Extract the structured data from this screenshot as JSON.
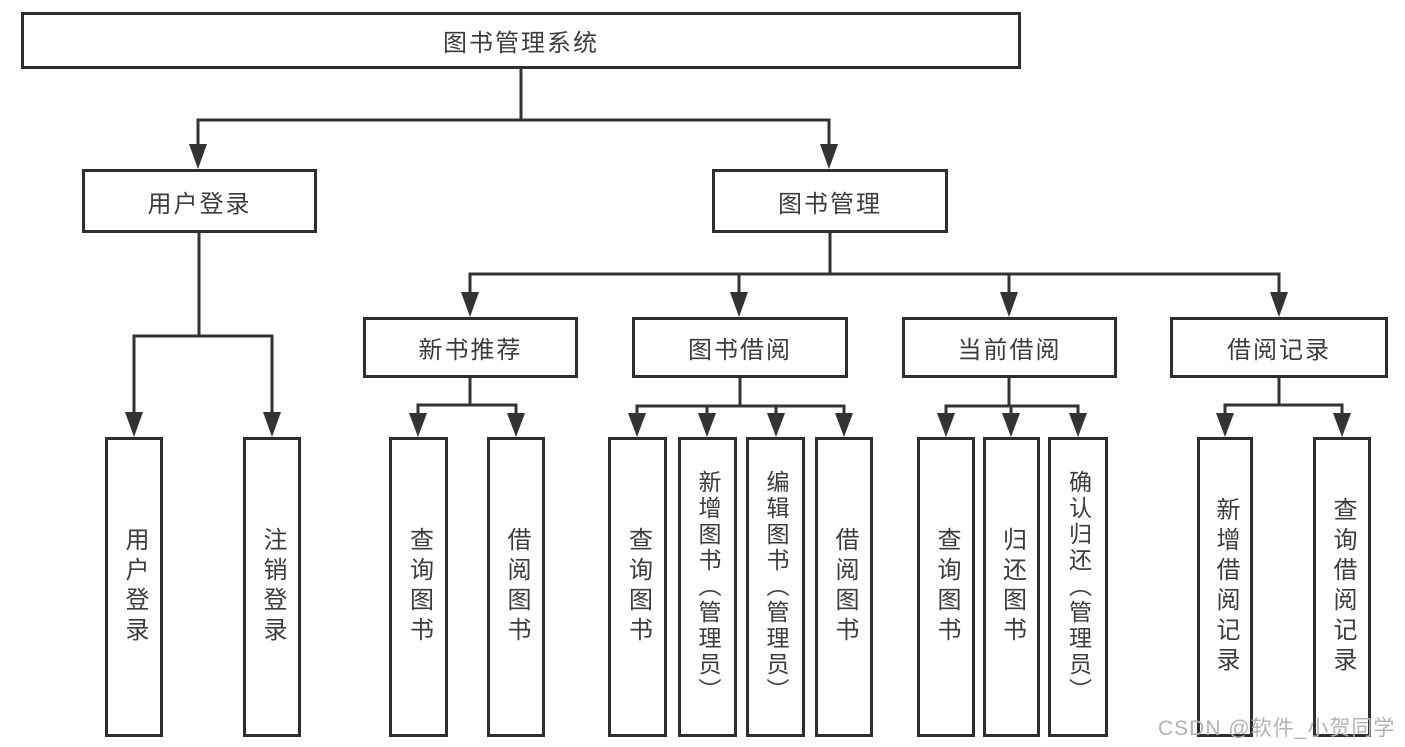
{
  "tree": {
    "label": "图书管理系统",
    "children": [
      {
        "label": "用户登录",
        "children": [
          {
            "label": "用户登录"
          },
          {
            "label": "注销登录"
          }
        ]
      },
      {
        "label": "图书管理",
        "children": [
          {
            "label": "新书推荐",
            "children": [
              {
                "label": "查询图书"
              },
              {
                "label": "借阅图书"
              }
            ]
          },
          {
            "label": "图书借阅",
            "children": [
              {
                "label": "查询图书"
              },
              {
                "label": "新增图书（管理员）"
              },
              {
                "label": "编辑图书（管理员）"
              },
              {
                "label": "借阅图书"
              }
            ]
          },
          {
            "label": "当前借阅",
            "children": [
              {
                "label": "查询图书"
              },
              {
                "label": "归还图书"
              },
              {
                "label": "确认归还（管理员）"
              }
            ]
          },
          {
            "label": "借阅记录",
            "children": [
              {
                "label": "新增借阅记录"
              },
              {
                "label": "查询借阅记录"
              }
            ]
          }
        ]
      }
    ]
  },
  "watermark": "CSDN @软件_小贺同学",
  "colors": {
    "line": "#333333",
    "box_border": "#2e2e2e",
    "text": "#3c3c3c",
    "background": "#ffffff",
    "watermark": "#b3b3b3"
  }
}
